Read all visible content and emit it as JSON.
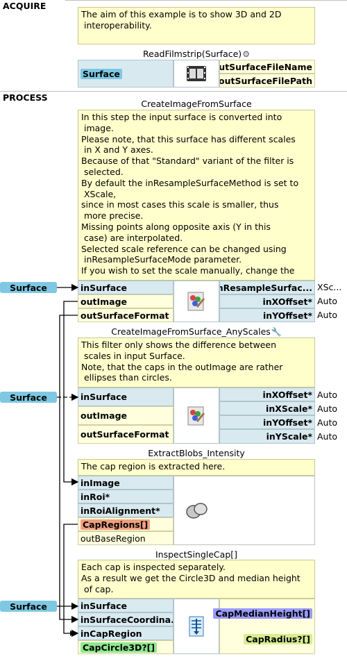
{
  "sections": {
    "acquire": "ACQUIRE",
    "process": "PROCESS"
  },
  "acquire_comment": [
    "The aim of this example is to show 3D and 2D",
    " interoperability."
  ],
  "read_filmstrip": {
    "title": "ReadFilmstrip(Surface)",
    "output_tag": "Surface",
    "params": [
      "outSurfaceFileName",
      "outSurfaceFilePath"
    ]
  },
  "create_image": {
    "title": "CreateImageFromSurface",
    "comment": [
      "In this step the input surface is converted into",
      " image.",
      "Please note, that this surface has different scales",
      " in X and Y axes.",
      "Because of that \"Standard\" variant of the filter is",
      " selected.",
      "By default the inResampleSurfaceMethod is set to",
      " XScale,",
      "since in most cases this scale is smaller, thus",
      " more precise.",
      "Missing points along opposite axis (Y in this",
      " case) are interpolated.",
      "Selected scale reference can be changed using",
      " inResampleSurfaceMode parameter.",
      "If you wish to set the scale manually, change the"
    ],
    "source": "Surface",
    "ports": [
      "inSurface",
      "outImage",
      "outSurfaceFormat"
    ],
    "params": [
      {
        "name": "inResampleSurfac...",
        "value": "XSc..."
      },
      {
        "name": "inXOffset*",
        "value": "Auto"
      },
      {
        "name": "inYOffset*",
        "value": "Auto"
      }
    ]
  },
  "create_image_any": {
    "title": "CreateImageFromSurface_AnyScales",
    "comment": [
      "This filter only shows the difference between",
      " scales in input Surface.",
      "Note, that the caps in the outImage are rather",
      " ellipses than circles."
    ],
    "source": "Surface",
    "ports": [
      "inSurface",
      "outImage",
      "outSurfaceFormat"
    ],
    "params": [
      {
        "name": "inXOffset*",
        "value": "Auto"
      },
      {
        "name": "inXScale*",
        "value": "Auto"
      },
      {
        "name": "inYOffset*",
        "value": "Auto"
      },
      {
        "name": "inYScale*",
        "value": "Auto"
      }
    ]
  },
  "extract_blobs": {
    "title": "ExtractBlobs_Intensity",
    "comment": [
      "The cap region is extracted here."
    ],
    "ports": [
      "inImage",
      "inRoi*",
      "inRoiAlignment*"
    ],
    "output_tag": "CapRegions[]",
    "output_port": "outBaseRegion"
  },
  "inspect_cap": {
    "title": "InspectSingleCap[]",
    "comment": [
      "Each cap is inspected separately.",
      "As a result we get the Circle3D and median height",
      " of cap."
    ],
    "source": "Surface",
    "ports": [
      "inSurface",
      "inSurfaceCoordina...",
      "inCapRegion"
    ],
    "output_tag": "CapCircle3D?[]",
    "outputs": [
      "CapMedianHeight[]",
      "CapRadius?[]"
    ]
  },
  "colors": {
    "input_port": "#d8eaf0",
    "output_port": "#ffffdd",
    "comment_bg": "#ffffcc",
    "source_tag": "#7ec8e3",
    "regions_tag": "#f0a080",
    "circle_tag": "#90e890",
    "median_tag": "#9a9aff",
    "radius_tag": "#d8ec90"
  }
}
